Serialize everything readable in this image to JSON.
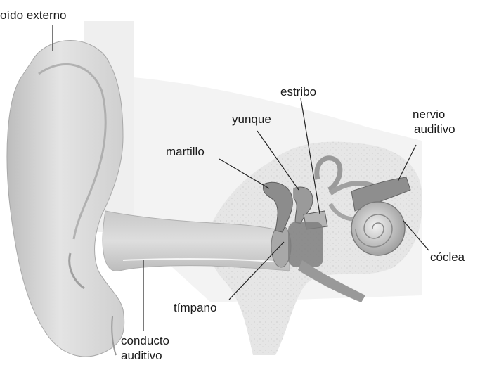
{
  "labels": {
    "outer_ear": "oído externo",
    "stirrup": "estribo",
    "anvil": "yunque",
    "auditory_nerve_1": "nervio",
    "auditory_nerve_2": "auditivo",
    "hammer": "martillo",
    "cochlea": "cóclea",
    "eardrum": "tímpano",
    "ear_canal_1": "conducto",
    "ear_canal_2": "auditivo"
  }
}
